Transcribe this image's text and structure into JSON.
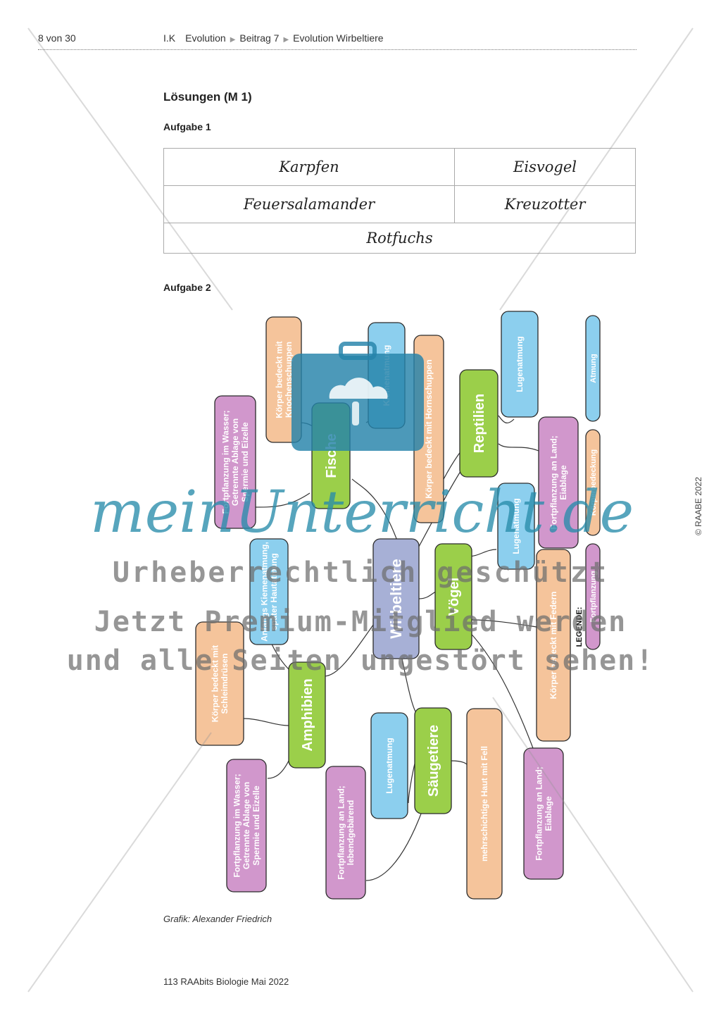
{
  "header": {
    "page": "8 von 30",
    "crumbs": [
      "I.K",
      "Evolution",
      "Beitrag 7",
      "Evolution Wirbeltiere"
    ]
  },
  "title": "Lösungen (M 1)",
  "task1": {
    "label": "Aufgabe 1",
    "cells": [
      "Karpfen",
      "Eisvogel",
      "Feuersalamander",
      "Kreuzotter",
      "Rotfuchs"
    ]
  },
  "task2": {
    "label": "Aufgabe 2",
    "nodes": {
      "center": "Wirbeltiere",
      "fische": "Fische",
      "reptilien": "Reptilien",
      "voegel": "Vögel",
      "amphibien": "Amphibien",
      "saeugetiere": "Säugetiere",
      "f_koerper": "Körper bedeckt mit Knochenschuppen",
      "f_atmung": "Kiemenatmung",
      "f_fort": "Fortpflanzung im Wasser; Getrennte Ablage von Spermie und Eizelle",
      "r_koerper": "Körper bedeckt mit Hornschuppen",
      "r_atmung": "Lugenatmung",
      "r_fort": "Fortpflanzung an Land; Eiablage",
      "v_atmung": "Lugenatmung",
      "v_koerper": "Körper bedeckt mit Federn",
      "v_fort": "Fortpflanzung an Land; Eiablage",
      "a_atmung": "Anfangs Kiemenatmung, später Hautatmung",
      "a_koerper": "Körper bedeckt mit Schleimdrüsen",
      "a_fort": "Fortpflanzung im Wasser; Getrennte Ablage von Spermie und Eizelle",
      "s_atmung": "Lugenatmung",
      "s_fort": "Fortpflanzung an Land; lebendgebärend",
      "s_koerper": "mehrschichtige Haut mit Fell"
    },
    "legend": {
      "title": "LEGENDE:",
      "items": [
        "Atmung",
        "Körperbedeckung",
        "Fortpflanzung"
      ]
    },
    "credit": "Grafik: Alexander Friedrich"
  },
  "footer": "113 RAAbits Biologie Mai 2022",
  "copyright": "© RAABE 2022",
  "watermark": {
    "brand": "meinUnterricht.de",
    "line1": "Urheberrechtlich geschützt",
    "line2": "Jetzt Premium-Mitglied werden",
    "line3": "und alle Seiten ungestört sehen!"
  },
  "colors": {
    "blue": "#8ccfee",
    "green": "#9bcf4a",
    "orange": "#f5c49b",
    "purple": "#d197cc",
    "center": "#a7b0d6"
  }
}
